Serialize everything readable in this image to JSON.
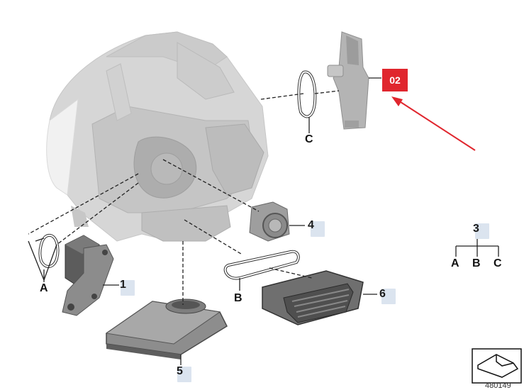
{
  "callouts": {
    "c1": "1",
    "c3": "3",
    "c4": "4",
    "c5": "5",
    "c6": "6"
  },
  "letters": {
    "a_left": "A",
    "b_mid": "B",
    "c_top": "C",
    "legend_a": "A",
    "legend_b": "B",
    "legend_c": "C"
  },
  "badge": {
    "label": "02"
  },
  "diagram_code": "480149",
  "colors": {
    "highlight": "#e0262e",
    "callout_bg": "#dbe4ef",
    "part_gray": "#b8b8b8",
    "part_dark": "#6e6e6e"
  }
}
